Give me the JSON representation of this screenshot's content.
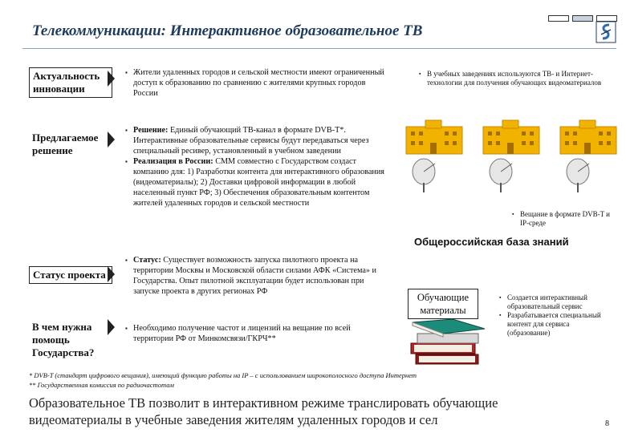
{
  "header": {
    "title": "Телекоммуникации: Интерактивное образовательное ТВ"
  },
  "sections": [
    {
      "label": "Актуальность инновации",
      "bullets": [
        {
          "bold": "",
          "text": "Жители удаленных городов и сельской местности имеют ограниченный доступ к образованию по сравнению с жителями крупных городов России"
        }
      ]
    },
    {
      "label": "Предлагаемое решение",
      "bullets": [
        {
          "bold": "Решение:",
          "text": " Единый обучающий ТВ-канал в формате DVB-T*. Интерактивные образовательные сервисы будут передаваться через специальный ресивер, установленный в учебном заведении"
        },
        {
          "bold": "Реализация в России:",
          "text": " СММ совместно с Государством создаст компанию для: 1) Разработки контента для интерактивного образования (видеоматериалы); 2) Доставки цифровой информации в любой населенный пункт РФ; 3) Обеспечения образовательным контентом жителей удаленных городов и сельской местности"
        }
      ]
    },
    {
      "label": "Статус проекта",
      "bullets": [
        {
          "bold": "Статус:",
          "text": " Существует возможность запуска пилотного проекта на территории Москвы и Московской области силами АФК «Система» и Государства. Опыт пилотной эксплуатации будет использован при запуске проекта в других регионах РФ"
        }
      ]
    },
    {
      "label": "В чем нужна помощь Государства?",
      "bullets": [
        {
          "bold": "",
          "text": "Необходимо получение частот и лицензий на вещание по всей территории РФ от Минкомсвязи/ГКРЧ**"
        }
      ]
    }
  ],
  "right_panel": {
    "top_note": "В учебных заведениях используются ТВ- и Интернет-технологии для получения обучающих видеоматериалов",
    "broadcast_note": "Вещание в формате DVB-T и IP-среде",
    "knowledge_base": "Общероссийская база знаний",
    "materials_label": "Обучающие материалы",
    "service_notes": [
      "Создается интерактивный образовательный сервис",
      "Разрабатывается специальный контент для сервиса (образование)"
    ]
  },
  "footnotes": [
    "* DVB-T (стандарт цифрового вещания), имеющий функцию работы на IP – с использованием широкополосного доступа Интернет",
    "** Государственная комиссия по радиочастотам"
  ],
  "conclusion": "Образовательное ТВ позволит в интерактивном режиме транслировать обучающие видеоматериалы в учебные заведения жителям удаленных городов и сел",
  "page_number": "8",
  "colors": {
    "title": "#1f3b5c",
    "building": "#f2b200",
    "building_dark": "#c58a00",
    "rule": "#8da2b8"
  },
  "icons": [
    "school-building-icon",
    "satellite-dish-icon",
    "books-stack-icon",
    "logo-icon"
  ]
}
